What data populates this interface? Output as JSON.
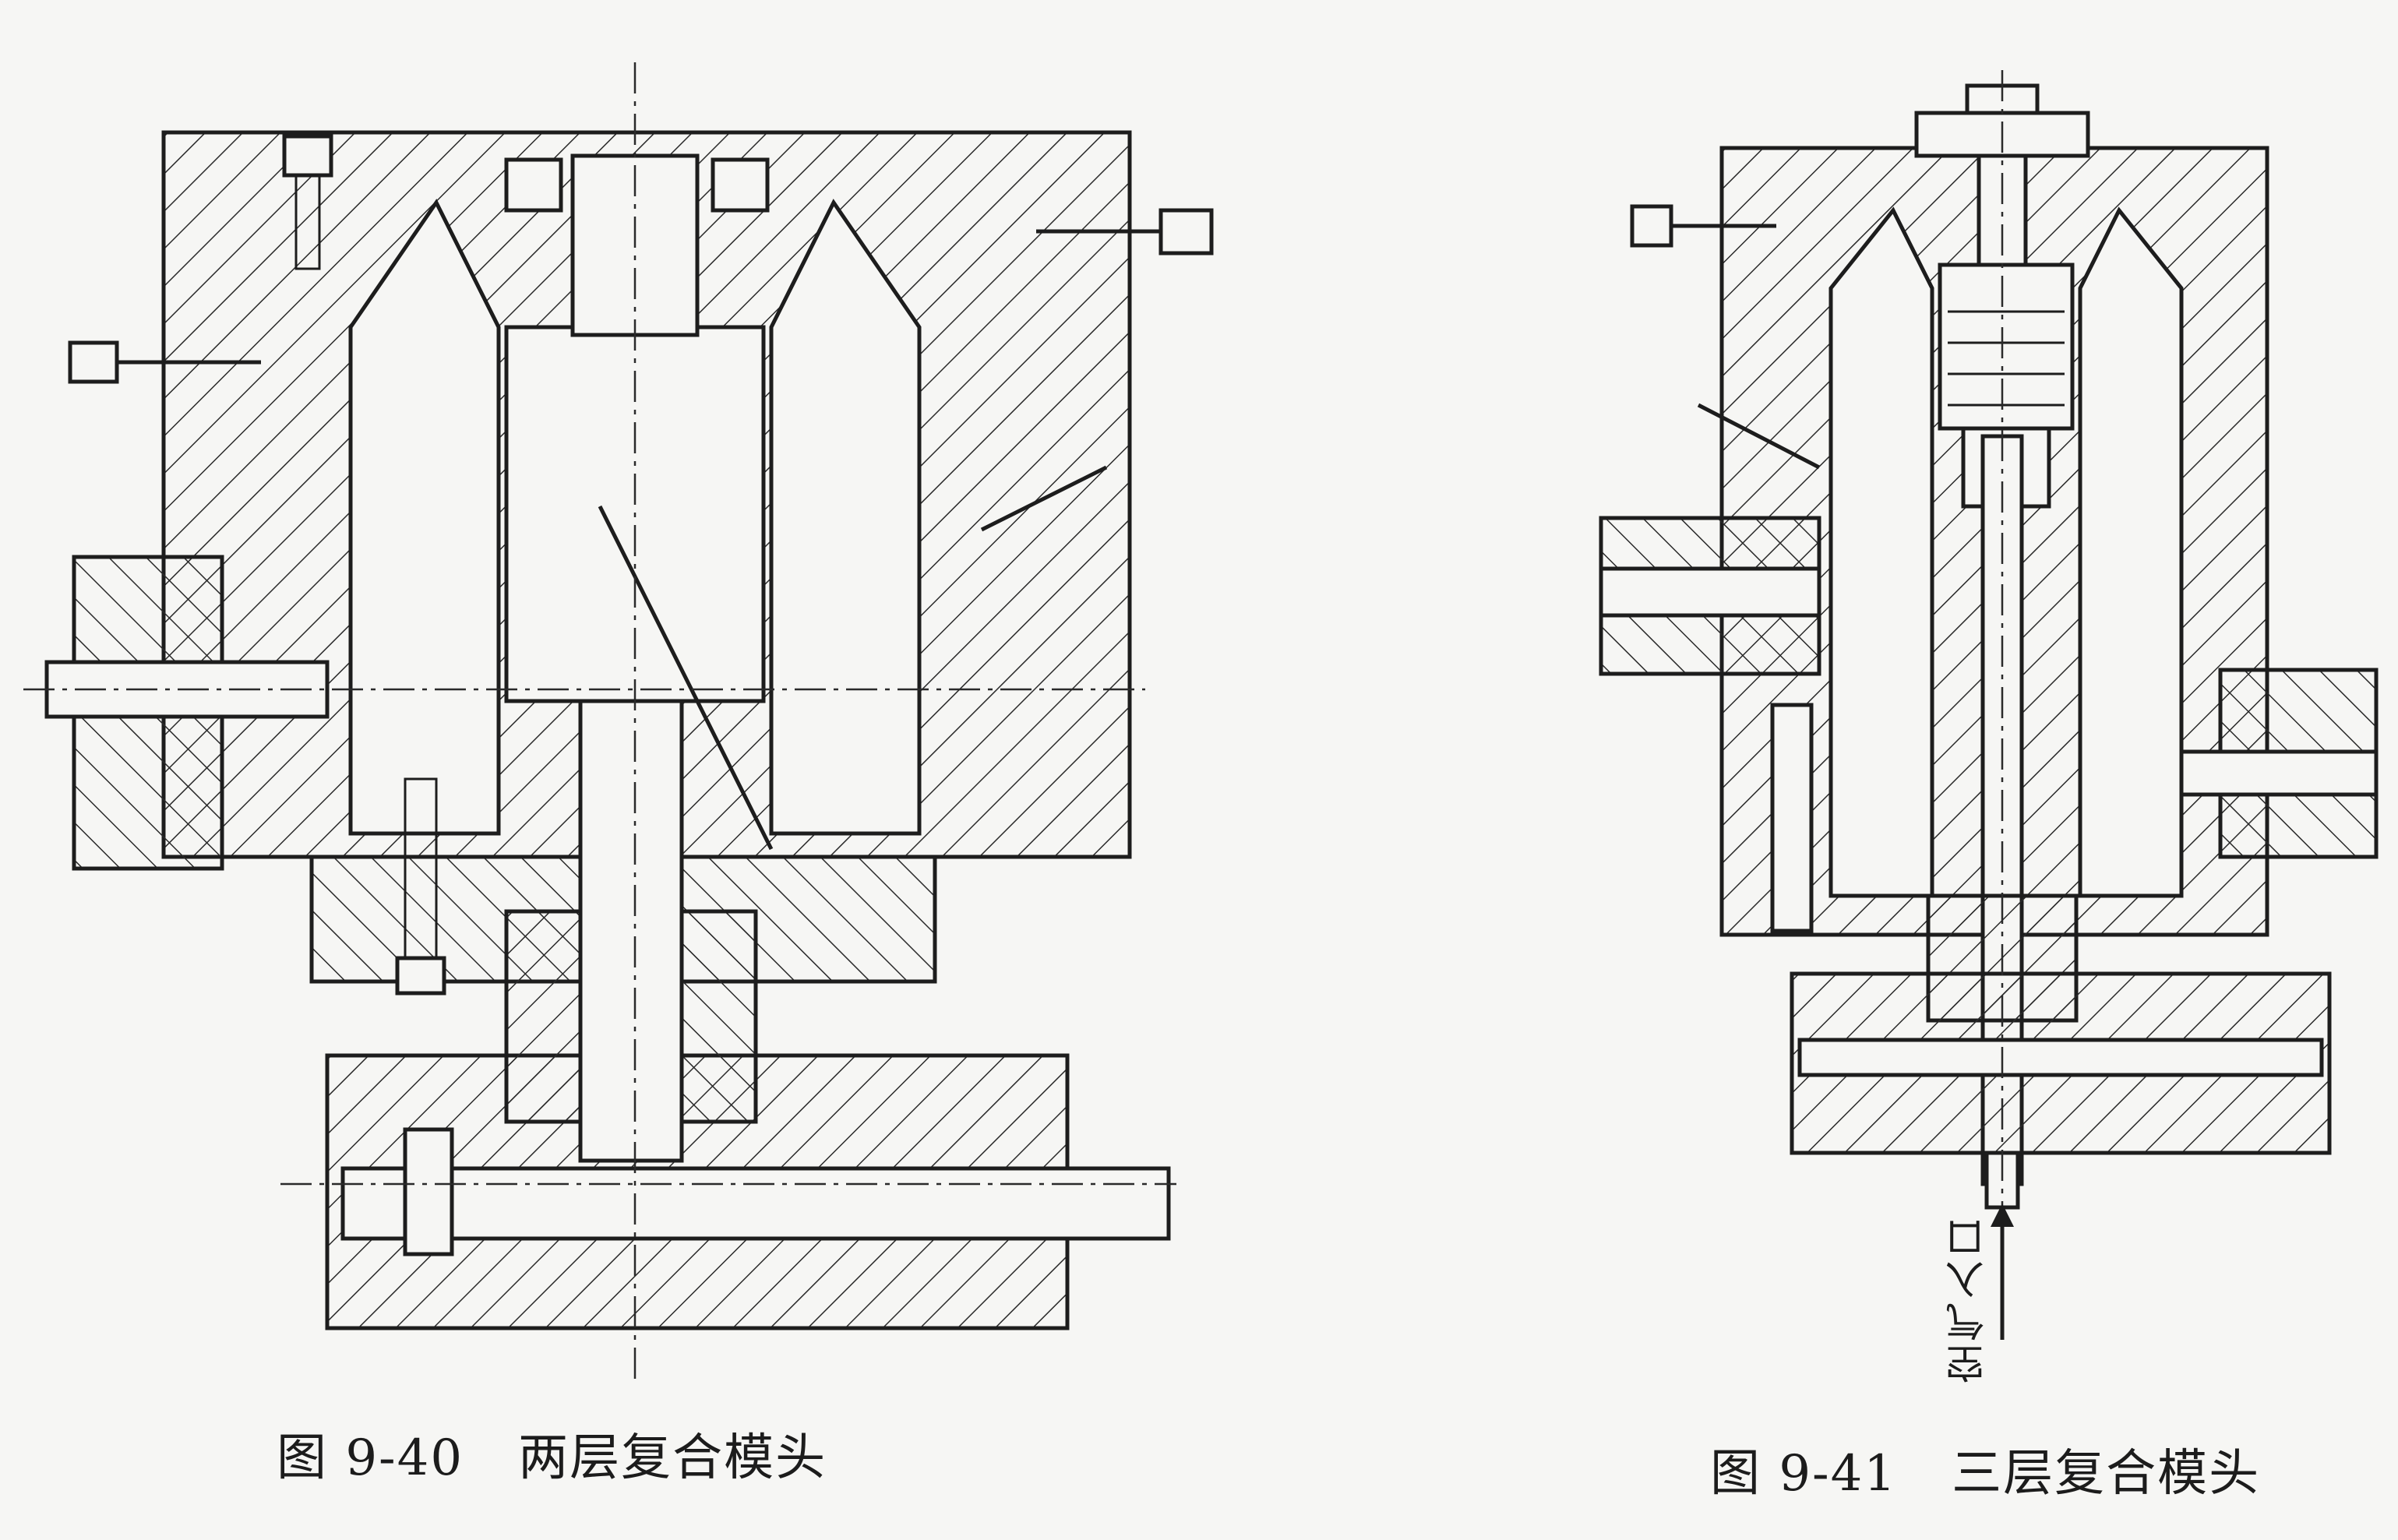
{
  "figures": [
    {
      "id": "fig-9-40",
      "number": "图 9-40",
      "title": "两层复合模头"
    },
    {
      "id": "fig-9-41",
      "number": "图 9-41",
      "title": "三层复合模头",
      "annotations": {
        "air_inlet": "空气入口"
      }
    }
  ]
}
